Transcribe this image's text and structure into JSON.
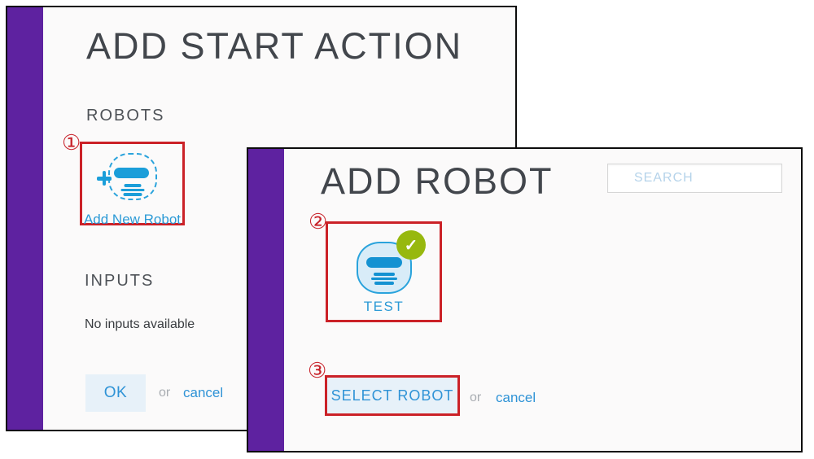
{
  "colors": {
    "purple_accent": "#5e22a0",
    "robot_blue": "#1b9ed9",
    "robot_visor_blue": "#1492d2",
    "robot_fill_blue": "#d8ecf8",
    "link_blue": "#2f93d6",
    "button_bg_blue": "#e7f1f9",
    "check_green": "#97b80e",
    "annotation_red": "#cb2127",
    "dialog_border": "#0c0c0c",
    "dialog_bg": "#fbfafa"
  },
  "annotations": {
    "step1": "①",
    "step2": "②",
    "step3": "③"
  },
  "icons": {
    "add_new_robot_icon": "robot-face-dashed-with-plus",
    "robot_icon": "robot-face",
    "selected_check_glyph": "✓"
  },
  "add_start_action": {
    "title": "ADD START ACTION",
    "robots_heading": "ROBOTS",
    "add_new_robot_label": "Add New Robot",
    "inputs_heading": "INPUTS",
    "inputs_empty_text": "No inputs available",
    "footer": {
      "ok_label": "OK",
      "or_label": "or",
      "cancel_label": "cancel"
    }
  },
  "add_robot": {
    "title": "ADD ROBOT",
    "search_placeholder": "SEARCH",
    "robot_name": "TEST",
    "footer": {
      "select_label": "SELECT ROBOT",
      "or_label": "or",
      "cancel_label": "cancel"
    }
  }
}
